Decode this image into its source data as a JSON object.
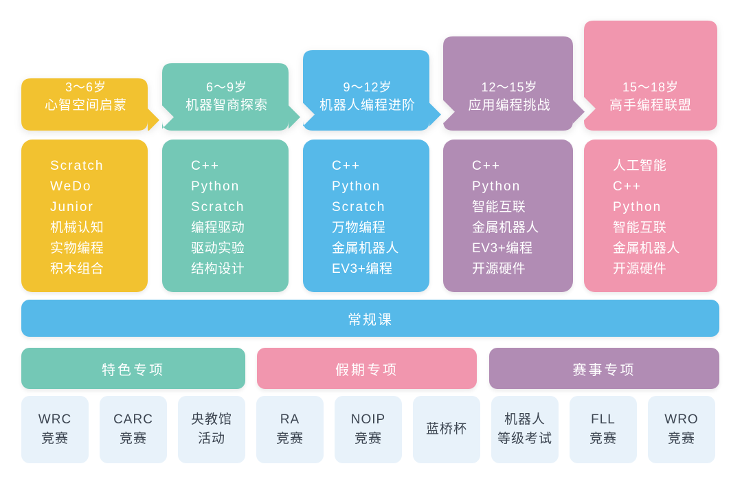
{
  "colors": {
    "yellow": "#f2c230",
    "teal": "#74c8b6",
    "blue": "#56b9e9",
    "purple": "#b18cb4",
    "pink": "#f196ae",
    "tile_bg": "#e8f2fa",
    "tile_text": "#3b4450"
  },
  "stages": [
    {
      "age": "3～6岁",
      "name": "心智空间启蒙",
      "color": "#f2c230",
      "courses": [
        "Scratch",
        "WeDo",
        "Junior",
        "机械认知",
        "实物编程",
        "积木组合"
      ]
    },
    {
      "age": "6～9岁",
      "name": "机器智商探索",
      "color": "#74c8b6",
      "courses": [
        "C++",
        "Python",
        "Scratch",
        "编程驱动",
        "驱动实验",
        "结构设计"
      ]
    },
    {
      "age": "9～12岁",
      "name": "机器人编程进阶",
      "color": "#56b9e9",
      "courses": [
        "C++",
        "Python",
        "Scratch",
        "万物编程",
        "金属机器人",
        "EV3+编程"
      ]
    },
    {
      "age": "12～15岁",
      "name": "应用编程挑战",
      "color": "#b18cb4",
      "courses": [
        "C++",
        "Python",
        "智能互联",
        "金属机器人",
        "EV3+编程",
        "开源硬件"
      ]
    },
    {
      "age": "15～18岁",
      "name": "高手编程联盟",
      "color": "#f196ae",
      "courses": [
        "人工智能",
        "C++",
        "Python",
        "智能互联",
        "金属机器人",
        "开源硬件"
      ]
    }
  ],
  "regular_course": {
    "label": "常规课",
    "color": "#56b9e9"
  },
  "tracks": [
    {
      "label": "特色专项",
      "color": "#74c8b6"
    },
    {
      "label": "假期专项",
      "color": "#f196ae"
    },
    {
      "label": "赛事专项",
      "color": "#b18cb4"
    }
  ],
  "tiles": [
    {
      "line1": "WRC",
      "line2": "竞赛"
    },
    {
      "line1": "CARC",
      "line2": "竞赛"
    },
    {
      "line1": "央教馆",
      "line2": "活动"
    },
    {
      "line1": "RA",
      "line2": "竞赛"
    },
    {
      "line1": "NOIP",
      "line2": "竞赛"
    },
    {
      "line1": "蓝桥杯",
      "line2": ""
    },
    {
      "line1": "机器人",
      "line2": "等级考试"
    },
    {
      "line1": "FLL",
      "line2": "竞赛"
    },
    {
      "line1": "WRO",
      "line2": "竞赛"
    }
  ]
}
